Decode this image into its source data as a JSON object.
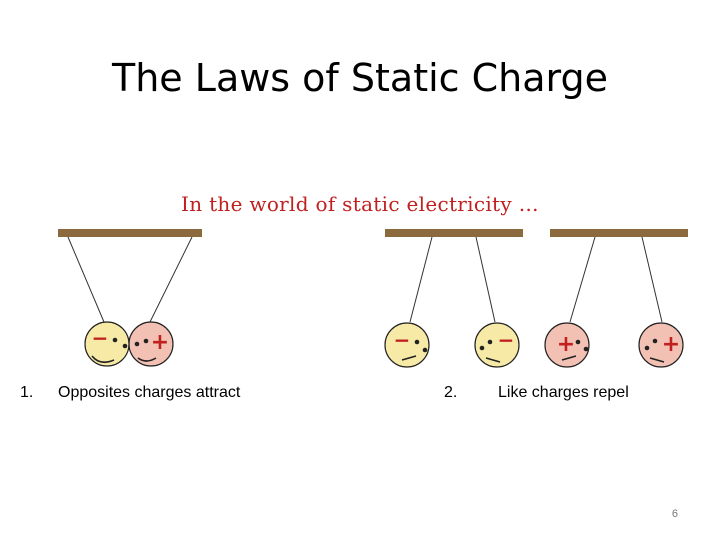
{
  "slide": {
    "title": "The Laws of Static Charge",
    "subtitle": "In the world of static electricity …",
    "page_number": "6"
  },
  "laws": [
    {
      "number": "1.",
      "text": "Opposites charges attract"
    },
    {
      "number": "2.",
      "text": "Like charges repel"
    }
  ],
  "charges": {
    "negative": "−",
    "positive": "+"
  },
  "colors": {
    "bar": "#8b6b3d",
    "neutral_face": "#f6eaa6",
    "positive_face": "#f3c0b4",
    "sign_color": "#c0201f",
    "subtitle_color": "#c0201f"
  }
}
